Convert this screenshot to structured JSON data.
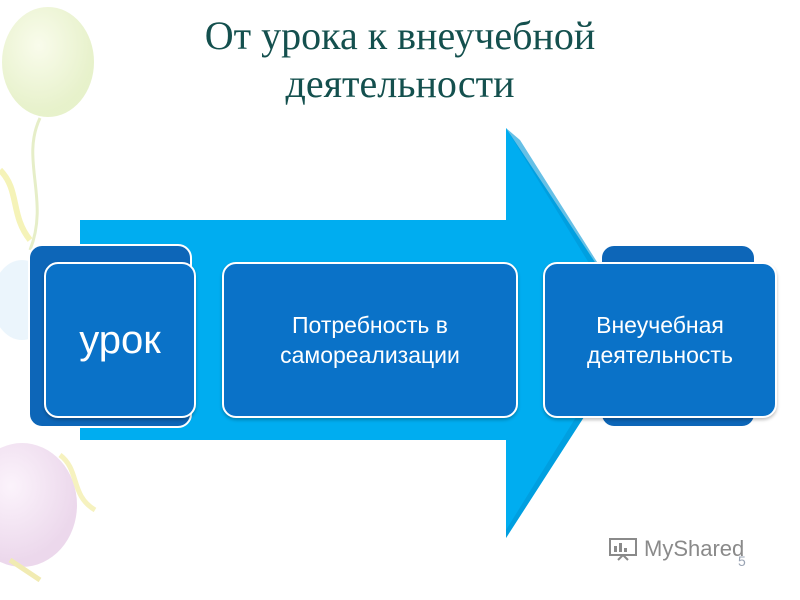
{
  "title": {
    "line1": "От урока к внеучебной",
    "line2": "деятельности"
  },
  "boxes": [
    {
      "label": "урок"
    },
    {
      "label": "Потребность в самореализации"
    },
    {
      "label": "Внеучебная деятельность"
    }
  ],
  "watermark": {
    "text": "MyShared",
    "icon": "presentation-board-icon"
  },
  "slide_number": "5",
  "colors": {
    "arrow": "#00adf0",
    "box_fill": "#0a72c8",
    "title_text": "#14504e"
  }
}
